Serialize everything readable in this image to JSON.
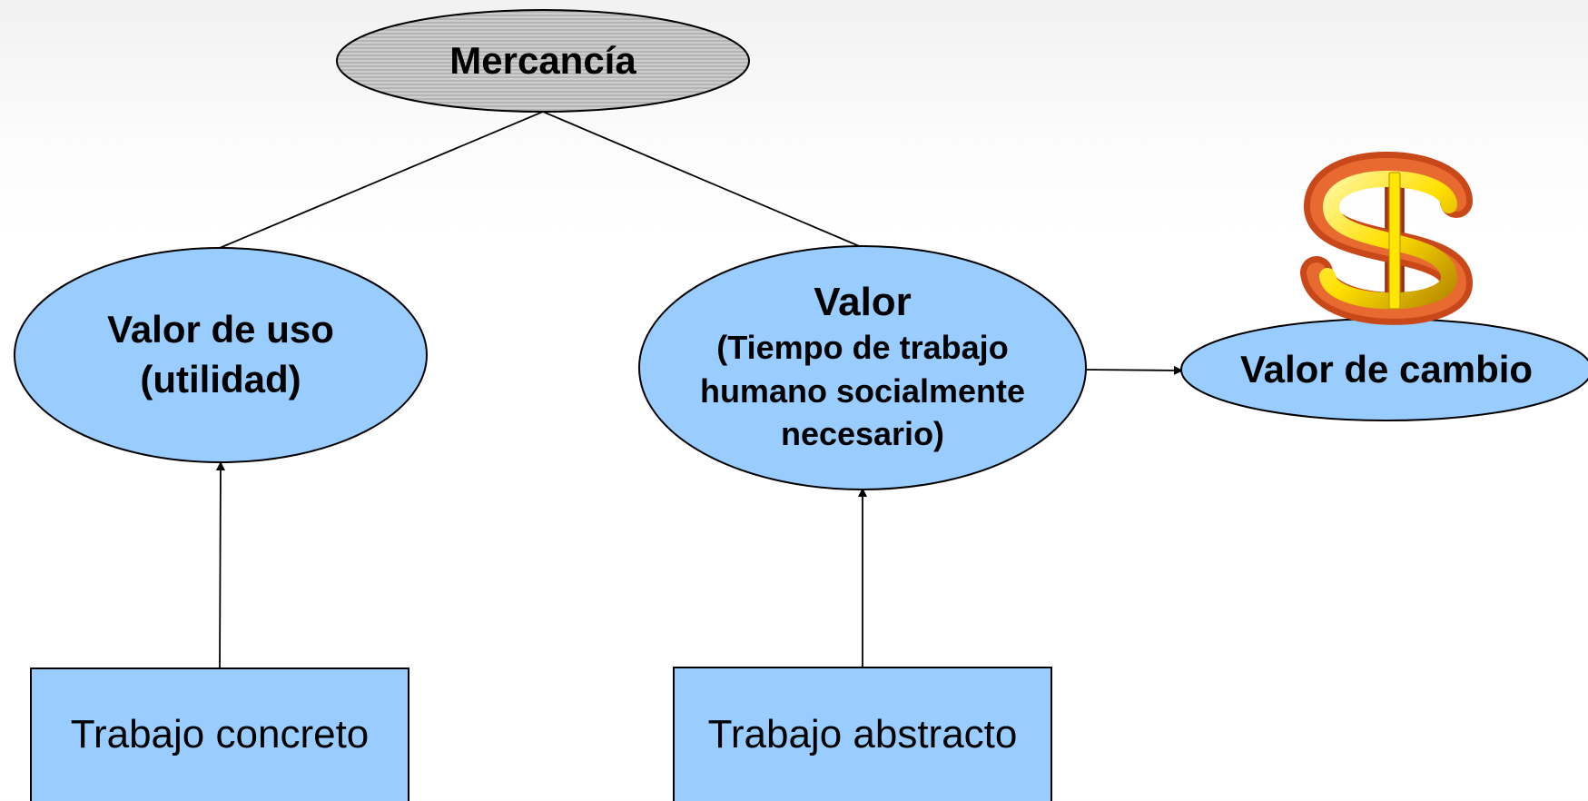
{
  "diagram": {
    "root": {
      "label": "Mercancía"
    },
    "valor_uso": {
      "line1": "Valor de uso",
      "line2": "(utilidad)"
    },
    "valor": {
      "title": "Valor",
      "line1": "(Tiempo de trabajo",
      "line2": "humano socialmente",
      "line3": "necesario)"
    },
    "valor_cambio": {
      "label": "Valor de cambio"
    },
    "trabajo_concreto": {
      "label": "Trabajo concreto"
    },
    "trabajo_abstracto": {
      "label": "Trabajo abstracto"
    },
    "dollar_icon": {
      "icon": "dollar-sign-3d-icon"
    }
  },
  "colors": {
    "node_fill": "#99ccff",
    "root_fill": "#c8c8c8",
    "stroke": "#000000",
    "dollar_outer": "#d9541e",
    "dollar_inner": "#ffee00"
  }
}
